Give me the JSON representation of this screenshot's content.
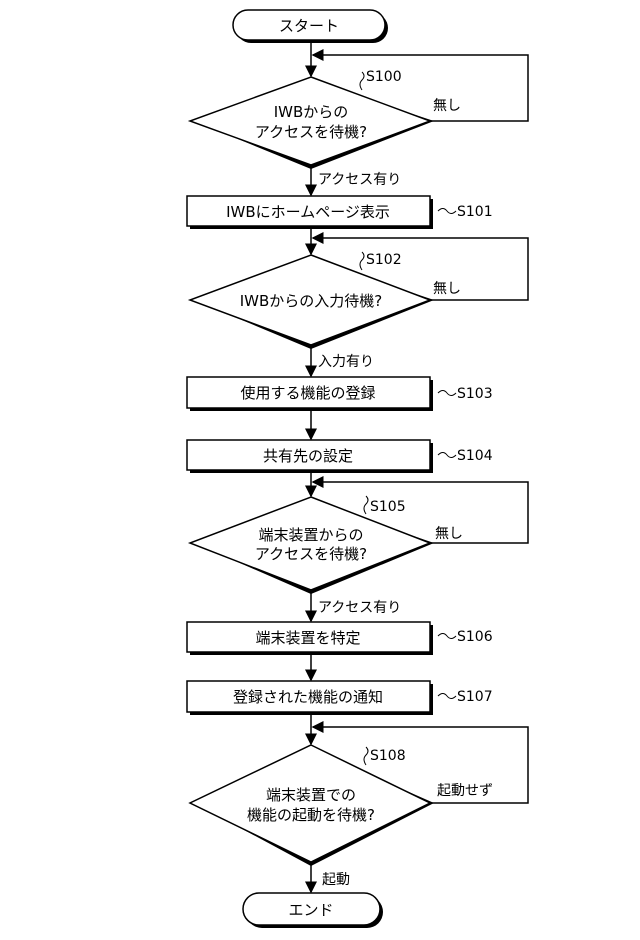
{
  "start": "スタート",
  "end": "エンド",
  "steps": {
    "s100": {
      "id": "S100",
      "line1": "IWBからの",
      "line2": "アクセスを待機?",
      "no": "無し",
      "yes": "アクセス有り"
    },
    "s101": {
      "id": "S101",
      "text": "IWBにホームページ表示"
    },
    "s102": {
      "id": "S102",
      "text": "IWBからの入力待機?",
      "no": "無し",
      "yes": "入力有り"
    },
    "s103": {
      "id": "S103",
      "text": "使用する機能の登録"
    },
    "s104": {
      "id": "S104",
      "text": "共有先の設定"
    },
    "s105": {
      "id": "S105",
      "line1": "端末装置からの",
      "line2": "アクセスを待機?",
      "no": "無し",
      "yes": "アクセス有り"
    },
    "s106": {
      "id": "S106",
      "text": "端末装置を特定"
    },
    "s107": {
      "id": "S107",
      "text": "登録された機能の通知"
    },
    "s108": {
      "id": "S108",
      "line1": "端末装置での",
      "line2": "機能の起動を待機?",
      "no": "起動せず",
      "yes": "起動"
    }
  }
}
